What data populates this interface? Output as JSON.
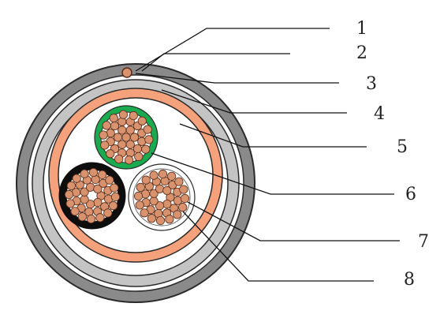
{
  "callouts": [
    {
      "number": "1"
    },
    {
      "number": "2"
    },
    {
      "number": "3"
    },
    {
      "number": "4"
    },
    {
      "number": "5"
    },
    {
      "number": "6"
    },
    {
      "number": "7"
    },
    {
      "number": "8"
    }
  ],
  "colors": {
    "outer_sheath": "#8a8a8a",
    "outer_sheath_stroke": "#2a2a2a",
    "white_layer": "#ffffff",
    "armor_grey": "#c4c4c4",
    "salmon_layer": "#f5a17c",
    "green_insulation": "#1aaa50",
    "black_insulation": "#0e0e0e",
    "copper_strand": "#d9926e",
    "strand_stroke": "#5a2d18",
    "line": "#111111"
  },
  "icons": [
    "cable-cross-section"
  ]
}
